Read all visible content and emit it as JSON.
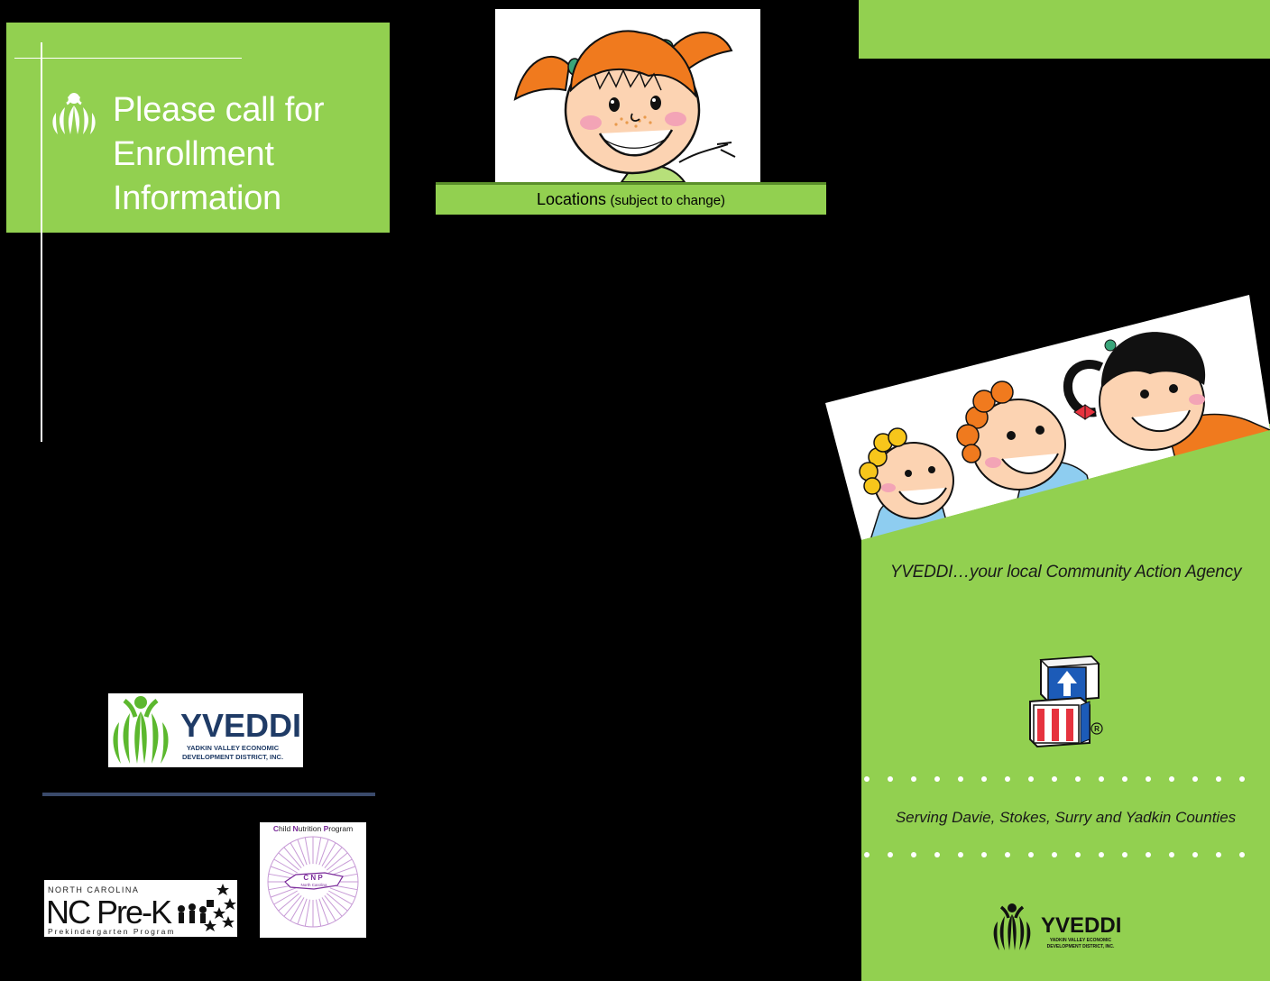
{
  "left_panel": {
    "call_lines": [
      "Please call for",
      "Enrollment",
      "Information"
    ],
    "yveddi_logo": {
      "name": "YVEDDI",
      "subtitle_1": "YADKIN VALLEY ECONOMIC",
      "subtitle_2": "DEVELOPMENT DISTRICT, INC."
    },
    "ncprek_logo": {
      "top": "NORTH CAROLINA",
      "main": "NC Pre-K",
      "bottom": "Prekindergarten Program"
    },
    "cnp_logo": {
      "title_parts": [
        "C",
        "hild ",
        "N",
        "utrition ",
        "P",
        "rogram"
      ],
      "center": "C N P",
      "center_sub": "North Carolina"
    }
  },
  "middle_panel": {
    "locations_label": "Locations",
    "locations_note": "(subject to change)"
  },
  "right_panel": {
    "tagline": "YVEDDI…your local Community Action Agency",
    "serving": "Serving Davie, Stokes, Surry and Yadkin Counties",
    "yveddi_logo": {
      "name": "YVEDDI",
      "subtitle_1": "YADKIN VALLEY ECONOMIC",
      "subtitle_2": "DEVELOPMENT DISTRICT, INC."
    }
  },
  "colors": {
    "brand_green": "#92d050",
    "logo_green": "#5cb82e",
    "logo_navy": "#1f3b66",
    "cnp_purple": "#7a2a9a"
  }
}
